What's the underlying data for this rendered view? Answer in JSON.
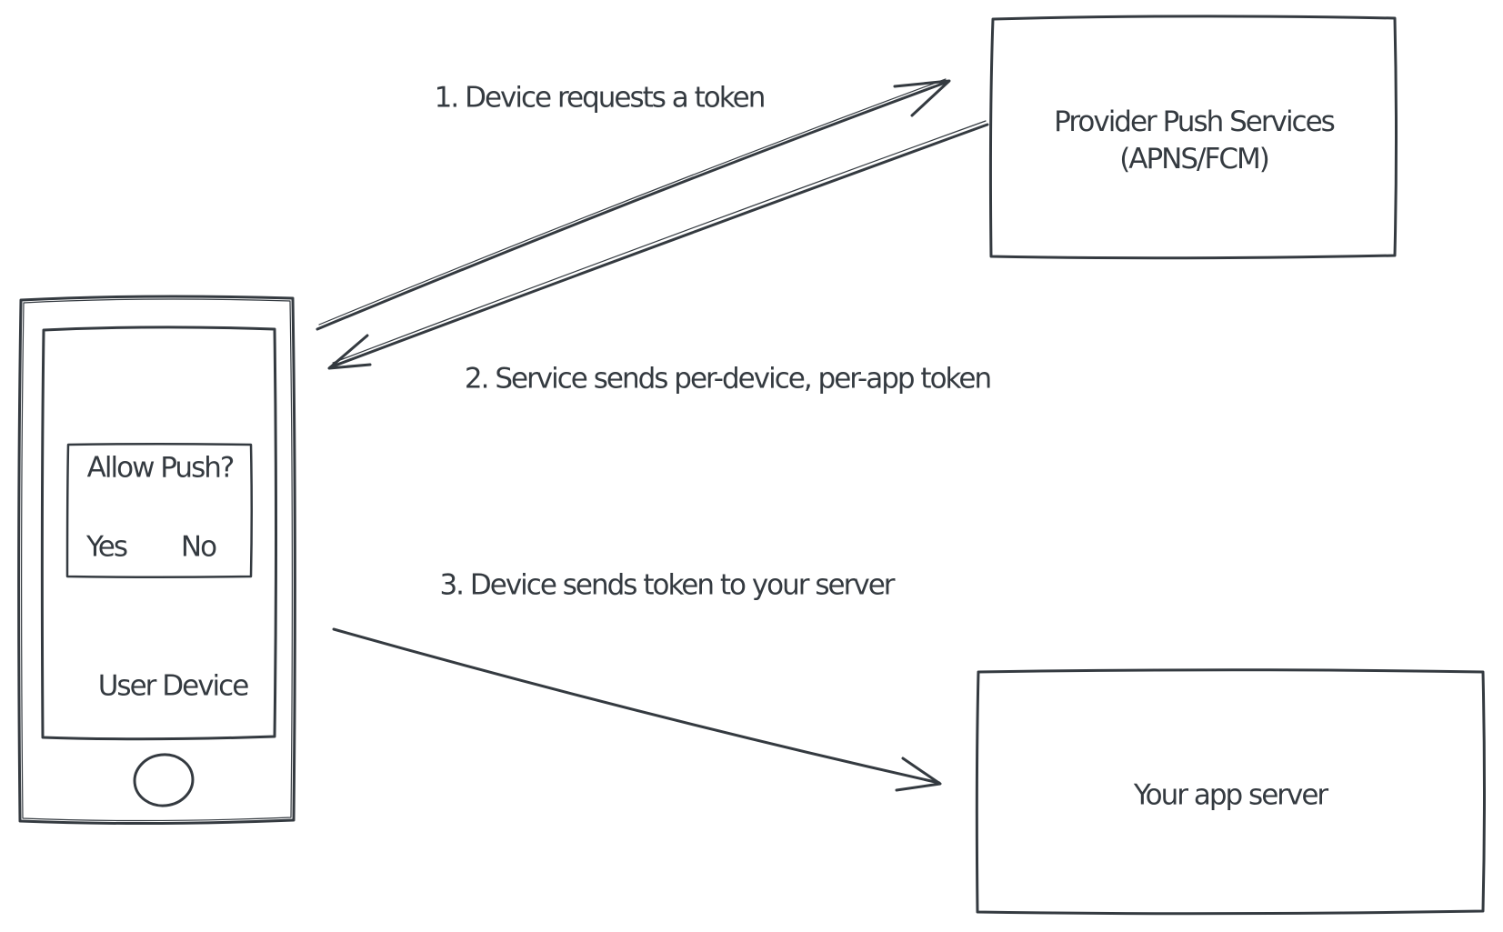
{
  "canvas": {
    "background": "#ffffff",
    "ink_color": "#343a40"
  },
  "annotations": {
    "step1": "1. Device requests a token",
    "step2": "2. Service sends per-device, per-app token",
    "step3": "3. Device sends token to your server"
  },
  "provider_box": {
    "line1": "Provider Push Services",
    "line2": "(APNS/FCM)"
  },
  "app_server_box": {
    "label": "Your app server"
  },
  "user_device": {
    "label": "User Device",
    "dialog": {
      "title": "Allow Push?",
      "yes_label": "Yes",
      "no_label": "No"
    }
  }
}
